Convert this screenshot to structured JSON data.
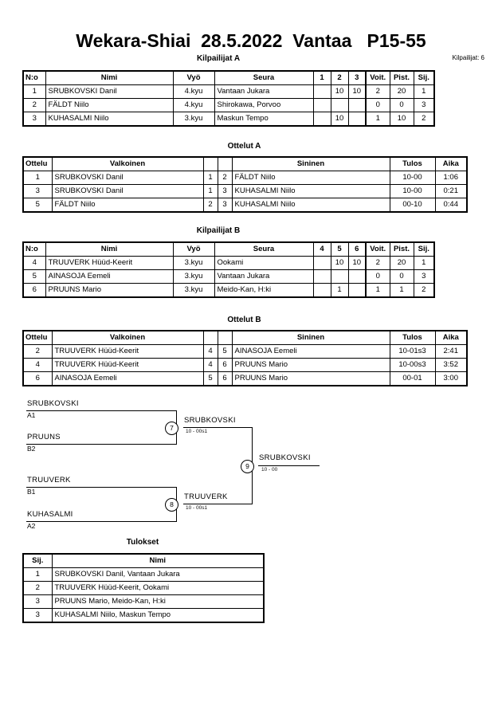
{
  "header": {
    "title": "Wekara-Shiai  28.5.2022  Vantaa   P15-55",
    "entrants_label": "Kilpailijat: 6"
  },
  "pool_a": {
    "caption": "Kilpailijat A",
    "columns": [
      "N:o",
      "Nimi",
      "Vyö",
      "Seura",
      "1",
      "2",
      "3",
      "Voit.",
      "Pist.",
      "Sij."
    ],
    "rows": [
      {
        "no": "1",
        "name": "SRUBKOVSKI Danil",
        "belt": "4.kyu",
        "club": "Vantaan Jukara",
        "m1": "",
        "m2": "10",
        "m3": "10",
        "wins": "2",
        "points": "20",
        "rank": "1"
      },
      {
        "no": "2",
        "name": "FÄLDT Niilo",
        "belt": "4.kyu",
        "club": "Shirokawa, Porvoo",
        "m1": "",
        "m2": "",
        "m3": "",
        "wins": "0",
        "points": "0",
        "rank": "3"
      },
      {
        "no": "3",
        "name": "KUHASALMI Niilo",
        "belt": "3.kyu",
        "club": "Maskun Tempo",
        "m1": "",
        "m2": "10",
        "m3": "",
        "wins": "1",
        "points": "10",
        "rank": "2"
      }
    ]
  },
  "matches_a": {
    "caption": "Ottelut A",
    "columns": [
      "Ottelu",
      "Valkoinen",
      "",
      "",
      "Sininen",
      "Tulos",
      "Aika"
    ],
    "rows": [
      {
        "no": "1",
        "white": "SRUBKOVSKI Danil",
        "wno": "1",
        "bno": "2",
        "blue": "FÄLDT Niilo",
        "result": "10-00",
        "time": "1:06"
      },
      {
        "no": "3",
        "white": "SRUBKOVSKI Danil",
        "wno": "1",
        "bno": "3",
        "blue": "KUHASALMI Niilo",
        "result": "10-00",
        "time": "0:21"
      },
      {
        "no": "5",
        "white": "FÄLDT Niilo",
        "wno": "2",
        "bno": "3",
        "blue": "KUHASALMI Niilo",
        "result": "00-10",
        "time": "0:44"
      }
    ]
  },
  "pool_b": {
    "caption": "Kilpailijat B",
    "columns": [
      "N:o",
      "Nimi",
      "Vyö",
      "Seura",
      "4",
      "5",
      "6",
      "Voit.",
      "Pist.",
      "Sij."
    ],
    "rows": [
      {
        "no": "4",
        "name": "TRUUVERK Hüüd-Keerit",
        "belt": "3.kyu",
        "club": "Ookami",
        "m1": "",
        "m2": "10",
        "m3": "10",
        "wins": "2",
        "points": "20",
        "rank": "1"
      },
      {
        "no": "5",
        "name": "AINASOJA Eemeli",
        "belt": "3.kyu",
        "club": "Vantaan Jukara",
        "m1": "",
        "m2": "",
        "m3": "",
        "wins": "0",
        "points": "0",
        "rank": "3"
      },
      {
        "no": "6",
        "name": "PRUUNS Mario",
        "belt": "3.kyu",
        "club": "Meido-Kan, H:ki",
        "m1": "",
        "m2": "1",
        "m3": "",
        "wins": "1",
        "points": "1",
        "rank": "2"
      }
    ]
  },
  "matches_b": {
    "caption": "Ottelut B",
    "columns": [
      "Ottelu",
      "Valkoinen",
      "",
      "",
      "Sininen",
      "Tulos",
      "Aika"
    ],
    "rows": [
      {
        "no": "2",
        "white": "TRUUVERK Hüüd-Keerit",
        "wno": "4",
        "bno": "5",
        "blue": "AINASOJA Eemeli",
        "result": "10-01s3",
        "time": "2:41"
      },
      {
        "no": "4",
        "white": "TRUUVERK Hüüd-Keerit",
        "wno": "4",
        "bno": "6",
        "blue": "PRUUNS Mario",
        "result": "10-00s3",
        "time": "3:52"
      },
      {
        "no": "6",
        "white": "AINASOJA Eemeli",
        "wno": "5",
        "bno": "6",
        "blue": "PRUUNS Mario",
        "result": "00-01",
        "time": "3:00"
      }
    ]
  },
  "bracket": {
    "entries": [
      {
        "name": "SRUBKOVSKI",
        "seed": "A1"
      },
      {
        "name": "PRUUNS",
        "seed": "B2"
      },
      {
        "name": "TRUUVERK",
        "seed": "B1"
      },
      {
        "name": "KUHASALMI",
        "seed": "A2"
      }
    ],
    "semifinal_top": {
      "node": "7",
      "winner": "SRUBKOVSKI",
      "score": "10 - 00s1"
    },
    "semifinal_bottom": {
      "node": "8",
      "winner": "TRUUVERK",
      "score": "10 - 00s1"
    },
    "final": {
      "node": "9",
      "winner": "SRUBKOVSKI",
      "score": "10 - 00"
    }
  },
  "results": {
    "caption": "Tulokset",
    "columns": [
      "Sij.",
      "Nimi"
    ],
    "rows": [
      {
        "rank": "1",
        "name": "SRUBKOVSKI Danil, Vantaan Jukara"
      },
      {
        "rank": "2",
        "name": "TRUUVERK Hüüd-Keerit, Ookami"
      },
      {
        "rank": "3",
        "name": "PRUUNS Mario, Meido-Kan, H:ki"
      },
      {
        "rank": "3",
        "name": "KUHASALMI Niilo, Maskun Tempo"
      }
    ]
  }
}
